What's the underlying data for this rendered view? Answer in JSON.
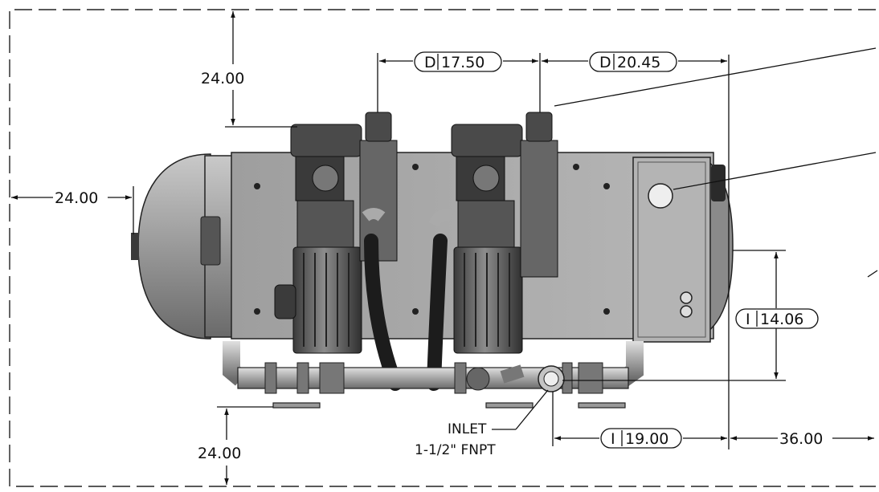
{
  "dimensions": {
    "top_clearance": "24.00",
    "left_clearance": "24.00",
    "bottom_clearance": "24.00",
    "right_clearance": "36.00",
    "pump_spacing_1": {
      "prefix": "D",
      "value": "17.50"
    },
    "pump_spacing_2": {
      "prefix": "D",
      "value": "20.45"
    },
    "inlet_height": {
      "prefix": "I",
      "value": "14.06"
    },
    "inlet_offset": {
      "prefix": "I",
      "value": "19.00"
    }
  },
  "labels": {
    "inlet_line1": "INLET",
    "inlet_line2": "1-1/2\" FNPT"
  },
  "colors": {
    "line": "#111111",
    "tank": "#9a9a9a",
    "tank_dark": "#6f6f6f",
    "panel": "#a9a9a9",
    "motor": "#5a5a5a",
    "motor_dark": "#2e2e2e",
    "pipe": "#b4b4b4",
    "hose": "#1c1c1c"
  }
}
